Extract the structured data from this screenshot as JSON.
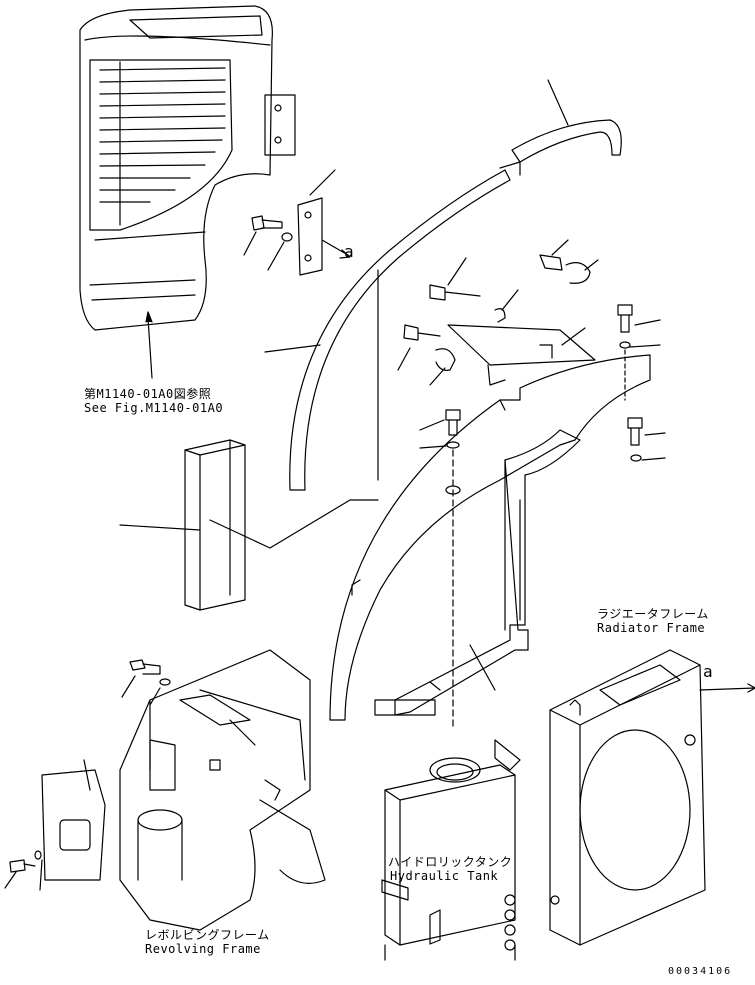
{
  "labels": {
    "ref_jp": "第M1140-01A0図参照",
    "ref_en": "See Fig.M1140-01A0",
    "radiator_jp": "ラジエータフレーム",
    "radiator_en": "Radiator Frame",
    "hydraulic_jp": "ハイドロリックタンク",
    "hydraulic_en": "Hydraulic Tank",
    "revolving_jp": "レボルビングフレーム",
    "revolving_en": "Revolving Frame",
    "arrow_mark": "a",
    "doc_number": "00034106"
  }
}
